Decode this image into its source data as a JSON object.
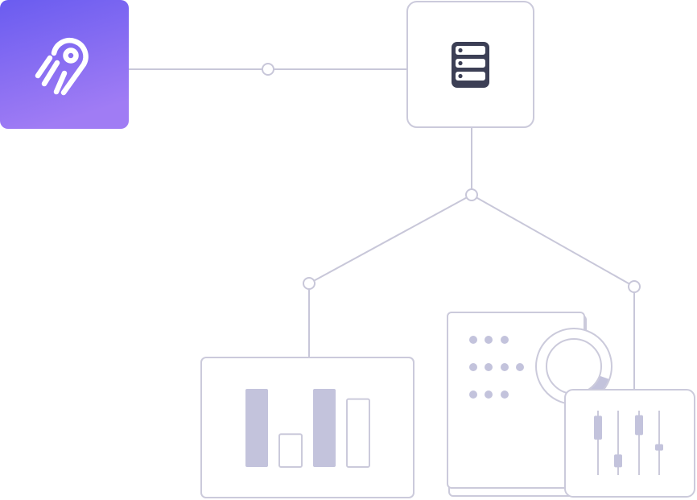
{
  "colors": {
    "logo_gradient_top": "#6a5cf0",
    "logo_gradient_bottom": "#a07cf4",
    "logo_mark": "#ffffff",
    "outline": "#cbcadb",
    "connector": "#c8c7d9",
    "fill_muted": "#c3c3dc",
    "db_icon": "#3c3f55",
    "background": "#ffffff"
  },
  "icons": {
    "source": "airbyte-logo-icon",
    "destination": "database-server-icon",
    "bar_chart": "bar-chart-icon",
    "dashboard": "dashboard-icon",
    "donut": "donut-chart-icon",
    "candlestick": "candlestick-chart-icon"
  },
  "bar_chart": {
    "values": [
      1.0,
      0.42,
      1.0,
      0.87
    ],
    "filled": [
      true,
      false,
      true,
      false
    ]
  },
  "donut": {
    "highlight_fraction": 0.22
  },
  "candlestick": {
    "bodies": [
      {
        "open": 0.55,
        "close": 0.92
      },
      {
        "open": 0.12,
        "close": 0.32
      },
      {
        "open": 0.62,
        "close": 0.93
      },
      {
        "open": 0.38,
        "close": 0.48
      }
    ]
  }
}
